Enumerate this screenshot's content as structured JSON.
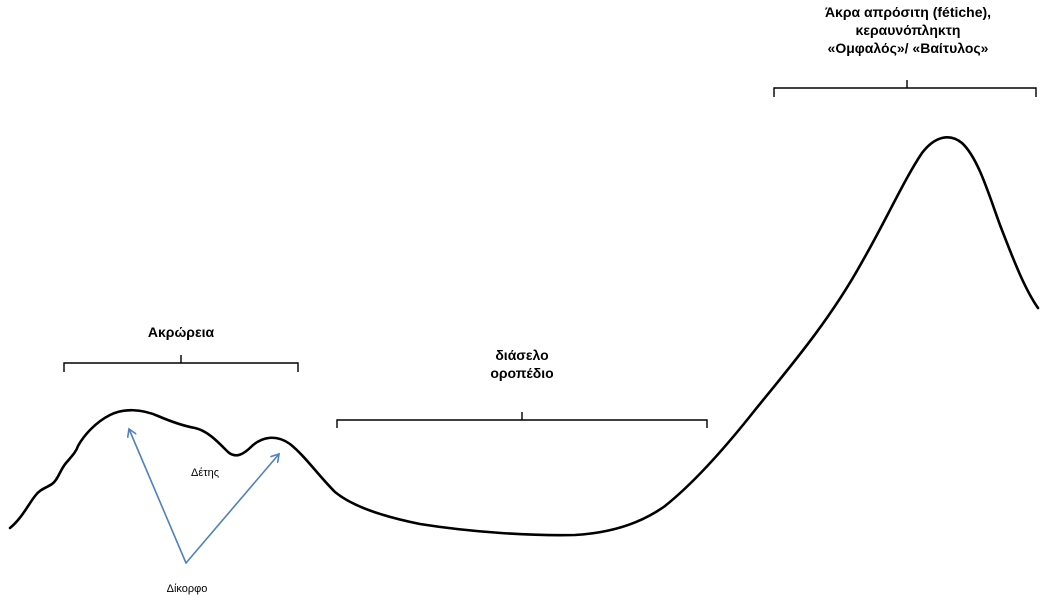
{
  "labels": {
    "peak_line1": "Άκρα απρόσιτη (fétiche),",
    "peak_line2": "κεραυνόπληκτη",
    "peak_line3": "«Ομφαλός»/ «Βαίτυλος»",
    "ridge": "Ακρώρεια",
    "saddle_line1": "διάσελο",
    "saddle_line2": "οροπέδιο",
    "col": "Δέτης",
    "twin_peak": "Δίκορφο"
  },
  "colors": {
    "line": "#000000",
    "arrow": "#4f81bd",
    "background": "#ffffff"
  }
}
